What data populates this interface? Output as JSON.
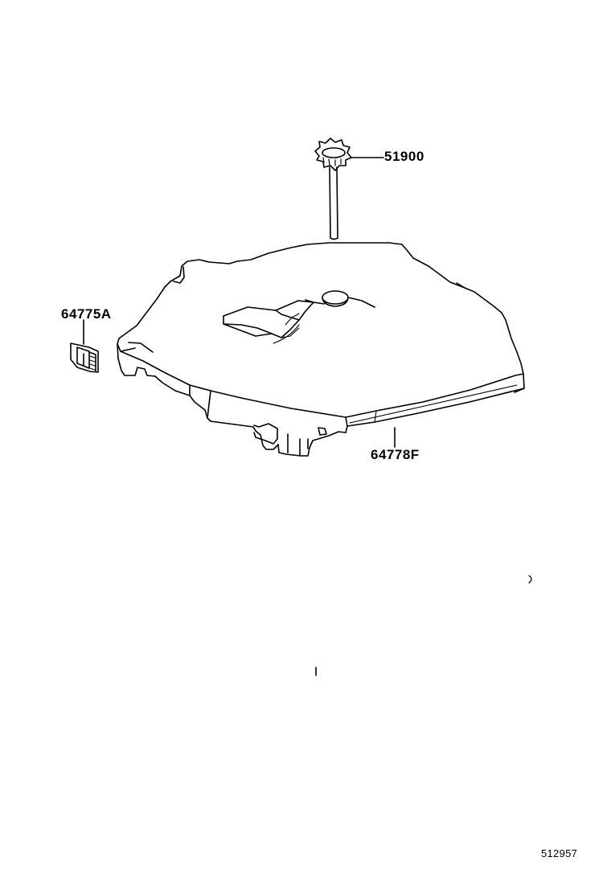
{
  "parts": [
    {
      "number": "51900",
      "description_icon": "hold-down-clamp-bolt-icon"
    },
    {
      "number": "64775A",
      "description_icon": "clip-icon"
    },
    {
      "number": "64778F",
      "description_icon": "spare-tire-cover-icon"
    }
  ],
  "diagram_id": "512957",
  "line_color": "#000000",
  "background_color": "#ffffff"
}
